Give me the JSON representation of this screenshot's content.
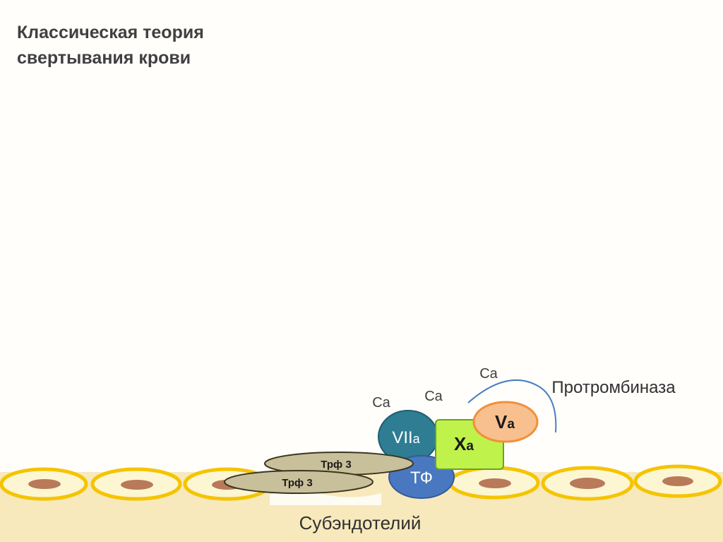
{
  "title": {
    "line1": "Классическая теория",
    "line2": "свертывания крови"
  },
  "labels": {
    "ca_1": "Ca",
    "ca_2": "Ca",
    "ca_3": "Ca",
    "prothrombinase": "Протромбиназа",
    "subendothelium": "Субэндотелий",
    "trf3_top": "Трф 3",
    "trf3_bottom": "Трф 3",
    "tf": "ТФ"
  },
  "factors": {
    "viia": {
      "main": "VII",
      "sub": "a"
    },
    "xa": {
      "main": "X",
      "sub": "a"
    },
    "va": {
      "main": "V",
      "sub": "a"
    }
  },
  "colors": {
    "background": "#fffefb",
    "subendothelium": "#f7e9bc",
    "cell_fill": "#fdf6d3",
    "cell_border": "#f5c400",
    "nucleus": "#b97a5a",
    "viia": "#2e7d93",
    "tf": "#4a78c0",
    "xa": "#bff24a",
    "va": "#f9c08f",
    "va_border": "#f0903a",
    "platelet": "#c8c09a",
    "arc": "#4a7fc1"
  }
}
